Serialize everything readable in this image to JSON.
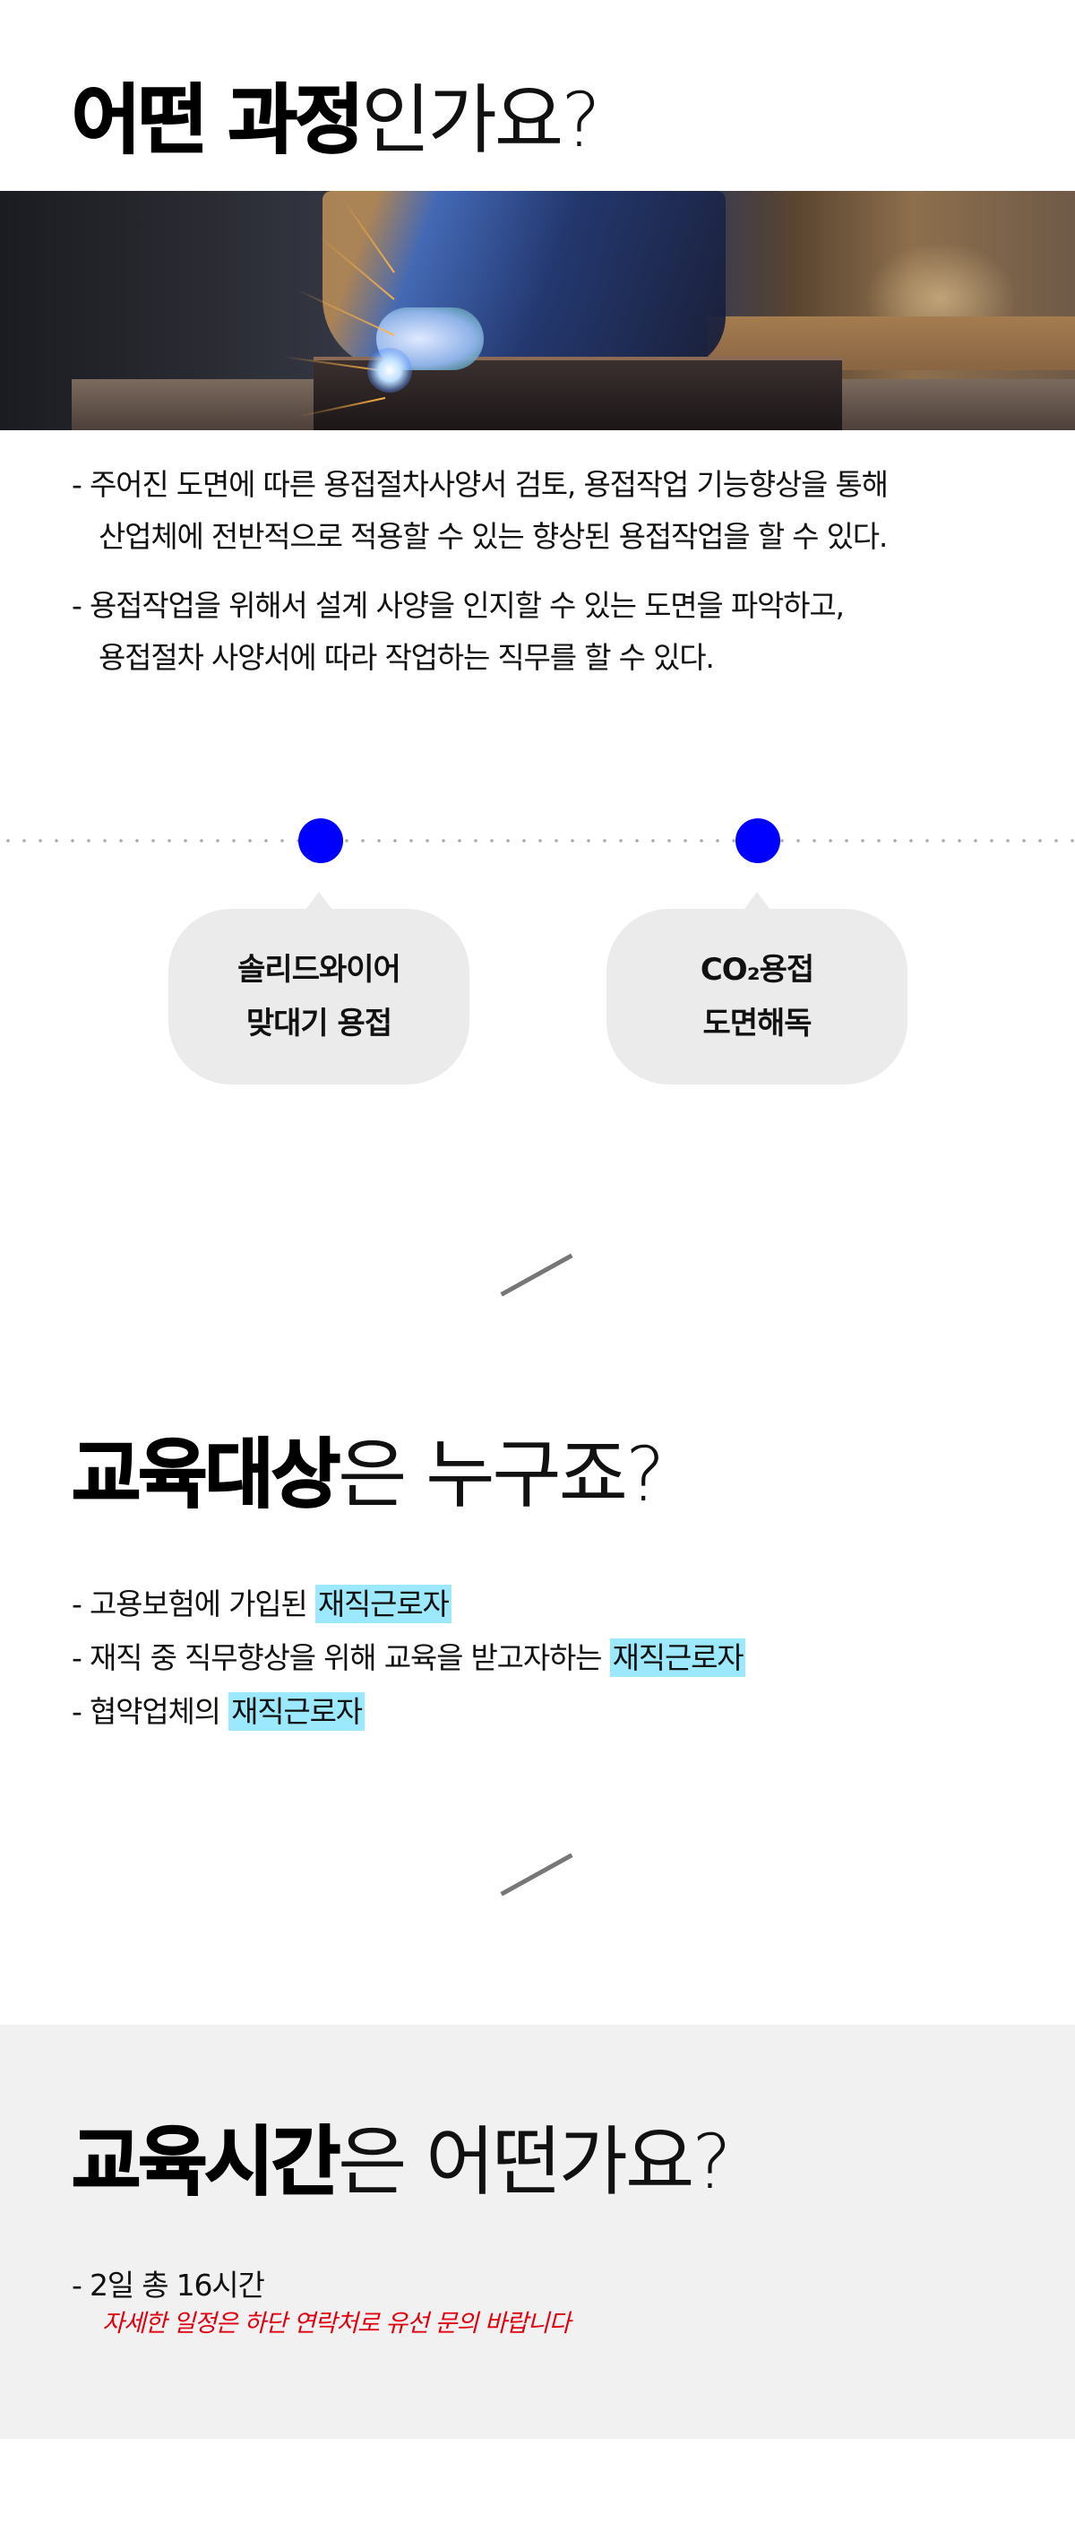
{
  "section_process": {
    "heading_strong": "어떤 과정",
    "heading_light": "인가요?",
    "hero_image": {
      "alt": "welding-worker-photo"
    },
    "paragraphs": [
      {
        "bullet": "-",
        "lines": [
          "주어진 도면에 따른 용접절차사양서 검토, 용접작업 기능향상을 통해",
          "산업체에 전반적으로 적용할 수 있는 향상된 용접작업을 할 수 있다."
        ]
      },
      {
        "bullet": "-",
        "lines": [
          "용접작업을 위해서 설계 사양을 인지할 수 있는 도면을 파악하고,",
          "용접절차 사양서에 따라 작업하는 직무를 할 수 있다."
        ]
      }
    ],
    "timeline": {
      "dot_color": "#0000ff",
      "items": [
        {
          "lines": [
            "솔리드와이어",
            "맞대기 용접"
          ]
        },
        {
          "lines": [
            "CO₂용접",
            "도면해독"
          ]
        }
      ]
    }
  },
  "section_target": {
    "heading_strong": "교육대상",
    "heading_light": "은 누구죠?",
    "bullets": [
      {
        "prefix": "- 고용보험에 가입된 ",
        "highlight": "재직근로자"
      },
      {
        "prefix": "- 재직 중 직무향상을 위해 교육을 받고자하는 ",
        "highlight": "재직근로자"
      },
      {
        "prefix": "- 협약업체의 ",
        "highlight": "재직근로자"
      }
    ],
    "highlight_color": "#9ce8fc"
  },
  "section_hours": {
    "heading_strong": "교육시간",
    "heading_light": "은 어떤가요?",
    "duration": "- 2일 총 16시간",
    "note": "자세한 일정은 하단 연락처로 유선 문의 바랍니다",
    "note_color": "#e0000f",
    "background": "#f1f1f1"
  }
}
